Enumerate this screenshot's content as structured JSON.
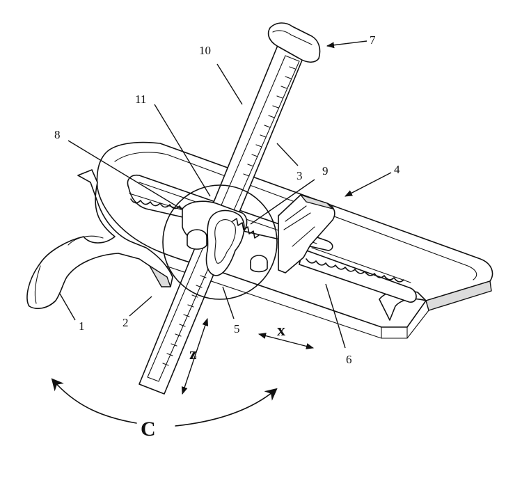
{
  "labels": {
    "n1": "1",
    "n2": "2",
    "n3": "3",
    "n4": "4",
    "n5": "5",
    "n6": "6",
    "n7": "7",
    "n8": "8",
    "n9": "9",
    "n10": "10",
    "n11": "11"
  },
  "axes": {
    "x": "x",
    "z": "z",
    "rotation": "C"
  }
}
